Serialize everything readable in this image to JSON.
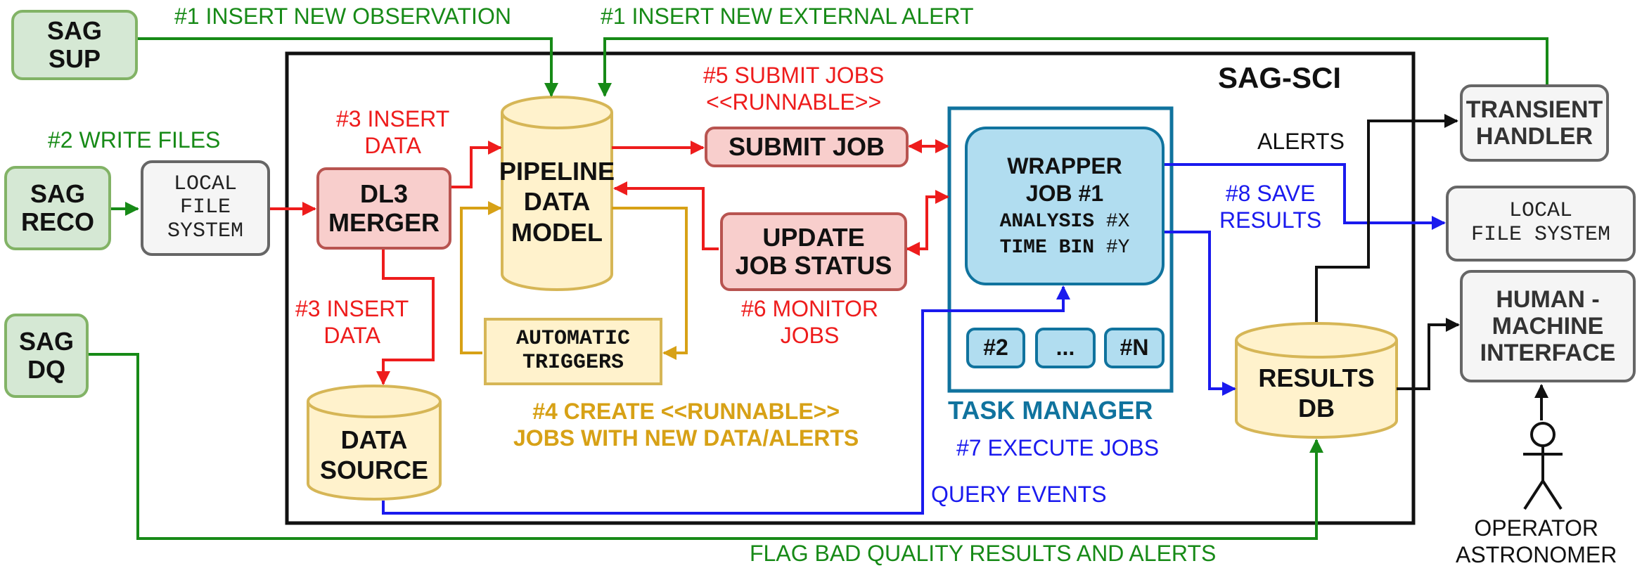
{
  "nodes": {
    "sag_sup": "SAG\nSUP",
    "sag_reco": "SAG\nRECO",
    "sag_dq": "SAG\nDQ",
    "local_fs_left": "LOCAL\nFILE\nSYSTEM",
    "dl3_merger": "DL3\nMERGER",
    "pipeline_data_model": "PIPELINE\nDATA\nMODEL",
    "automatic_triggers": "AUTOMATIC\nTRIGGERS",
    "data_source": "DATA\nSOURCE",
    "submit_job": "SUBMIT JOB",
    "update_job_status": "UPDATE\nJOB STATUS",
    "wrapper_title": "WRAPPER\nJOB #1",
    "wrapper_analysis_key": "ANALYSIS ",
    "wrapper_analysis_val": "#X",
    "wrapper_timebin_key": "TIME BIN ",
    "wrapper_timebin_val": "#Y",
    "job_2": "#2",
    "job_more": "...",
    "job_n": "#N",
    "results_db": "RESULTS\nDB",
    "transient_handler": "TRANSIENT\nHANDLER",
    "local_fs_right": "LOCAL\nFILE SYSTEM",
    "hmi": "HUMAN -\nMACHINE\nINTERFACE",
    "operator": "OPERATOR\nASTRONOMER"
  },
  "containers": {
    "sag_sci": "SAG-SCI",
    "task_manager": "TASK MANAGER"
  },
  "labels": {
    "insert_observation": "#1 INSERT NEW OBSERVATION",
    "insert_external_alert": "#1 INSERT NEW EXTERNAL ALERT",
    "write_files": "#2 WRITE FILES",
    "insert_data_top": "#3 INSERT\nDATA",
    "insert_data_bottom": "#3 INSERT\nDATA",
    "create_jobs": "#4 CREATE <<RUNNABLE>>\nJOBS WITH NEW DATA/ALERTS",
    "submit_jobs": "#5 SUBMIT JOBS\n<<RUNNABLE>>",
    "monitor_jobs": "#6 MONITOR\nJOBS",
    "execute_jobs": "#7 EXECUTE JOBS",
    "save_results": "#8 SAVE\nRESULTS",
    "alerts": "ALERTS",
    "query_events": "QUERY EVENTS",
    "flag_bad_quality": "FLAG BAD QUALITY RESULTS AND ALERTS"
  },
  "colors": {
    "green": "#178a17",
    "red": "#ee1c1c",
    "blue": "#1a1aee",
    "gold": "#d7a116",
    "black": "#111111",
    "navy": "#10739e"
  }
}
